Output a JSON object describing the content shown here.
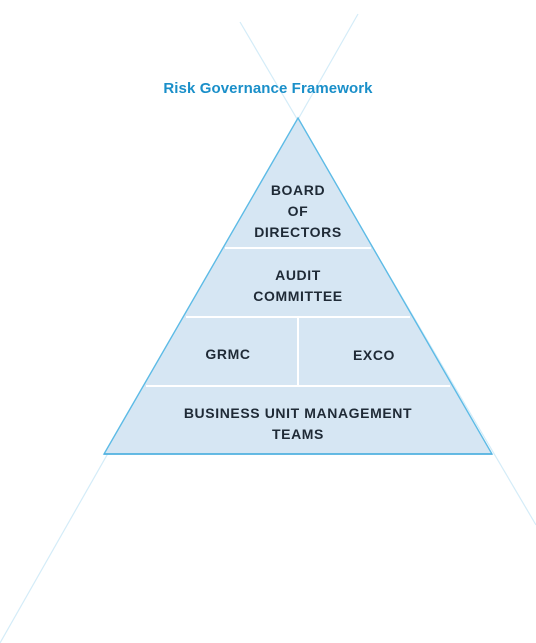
{
  "title": "Risk Governance Framework",
  "tiers": {
    "board": [
      "BOARD",
      "OF",
      "DIRECTORS"
    ],
    "audit": [
      "AUDIT",
      "COMMITTEE"
    ],
    "grmc": "GRMC",
    "exco": "EXCO",
    "business": [
      "BUSINESS UNIT MANAGEMENT",
      "TEAMS"
    ]
  },
  "colors": {
    "title": "#1a8fc9",
    "fill": "#d6e6f3",
    "outline": "#5dbbe6",
    "text": "#1f2a36"
  }
}
